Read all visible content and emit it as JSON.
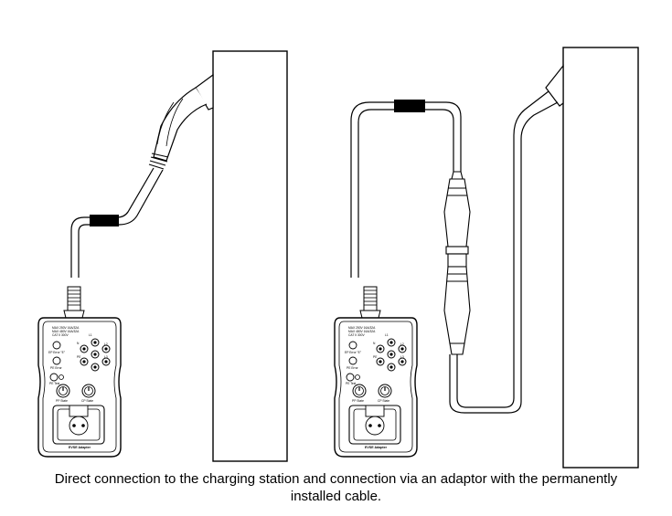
{
  "caption": {
    "line1": "Direct connection to the charging station and connection via an adaptor with the permanently",
    "line2": "installed cable."
  },
  "device": {
    "header_line1": "MAX 250V 16A/32A",
    "header_line2": "MAX 480V 16A/32A",
    "header_line3": "CAT II 300V",
    "ep_error": "EP Error \"E\"",
    "pe_error": "PE Error",
    "pe_test": "PE Test",
    "l1": "L1",
    "l2": "L2",
    "l3": "L3",
    "n": "N",
    "pe": "PE",
    "pp_state": "PP State",
    "cp_state": "CP State",
    "name": "EVSE Adapter"
  }
}
